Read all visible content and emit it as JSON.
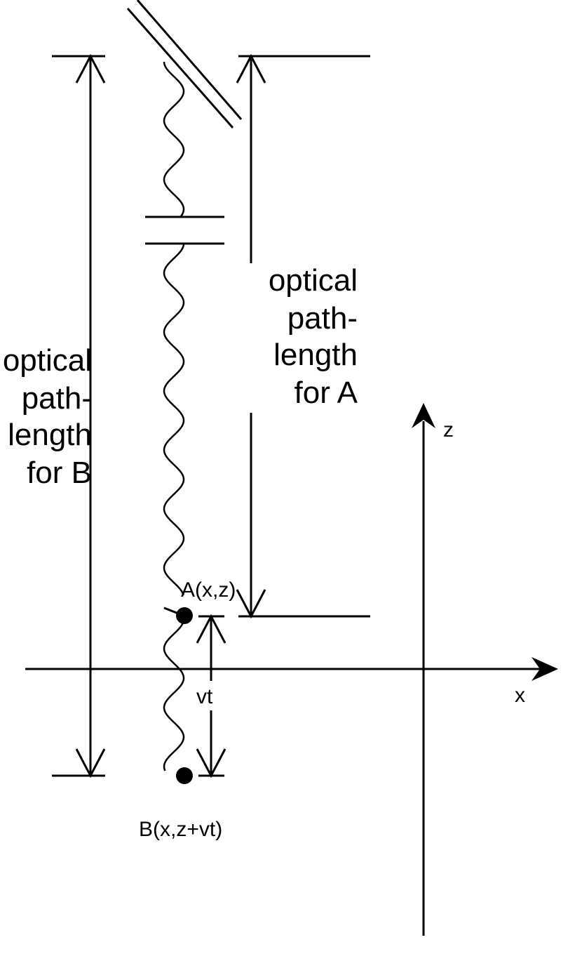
{
  "labels": {
    "path_a": [
      "optical",
      "path-",
      "length",
      "for A"
    ],
    "path_b": [
      "optical",
      "path-",
      "length",
      "for B"
    ],
    "point_a": "A(x,z)",
    "point_b": "B(x,z+vt)",
    "vt": "vt",
    "axis_x": "x",
    "axis_z": "z"
  }
}
